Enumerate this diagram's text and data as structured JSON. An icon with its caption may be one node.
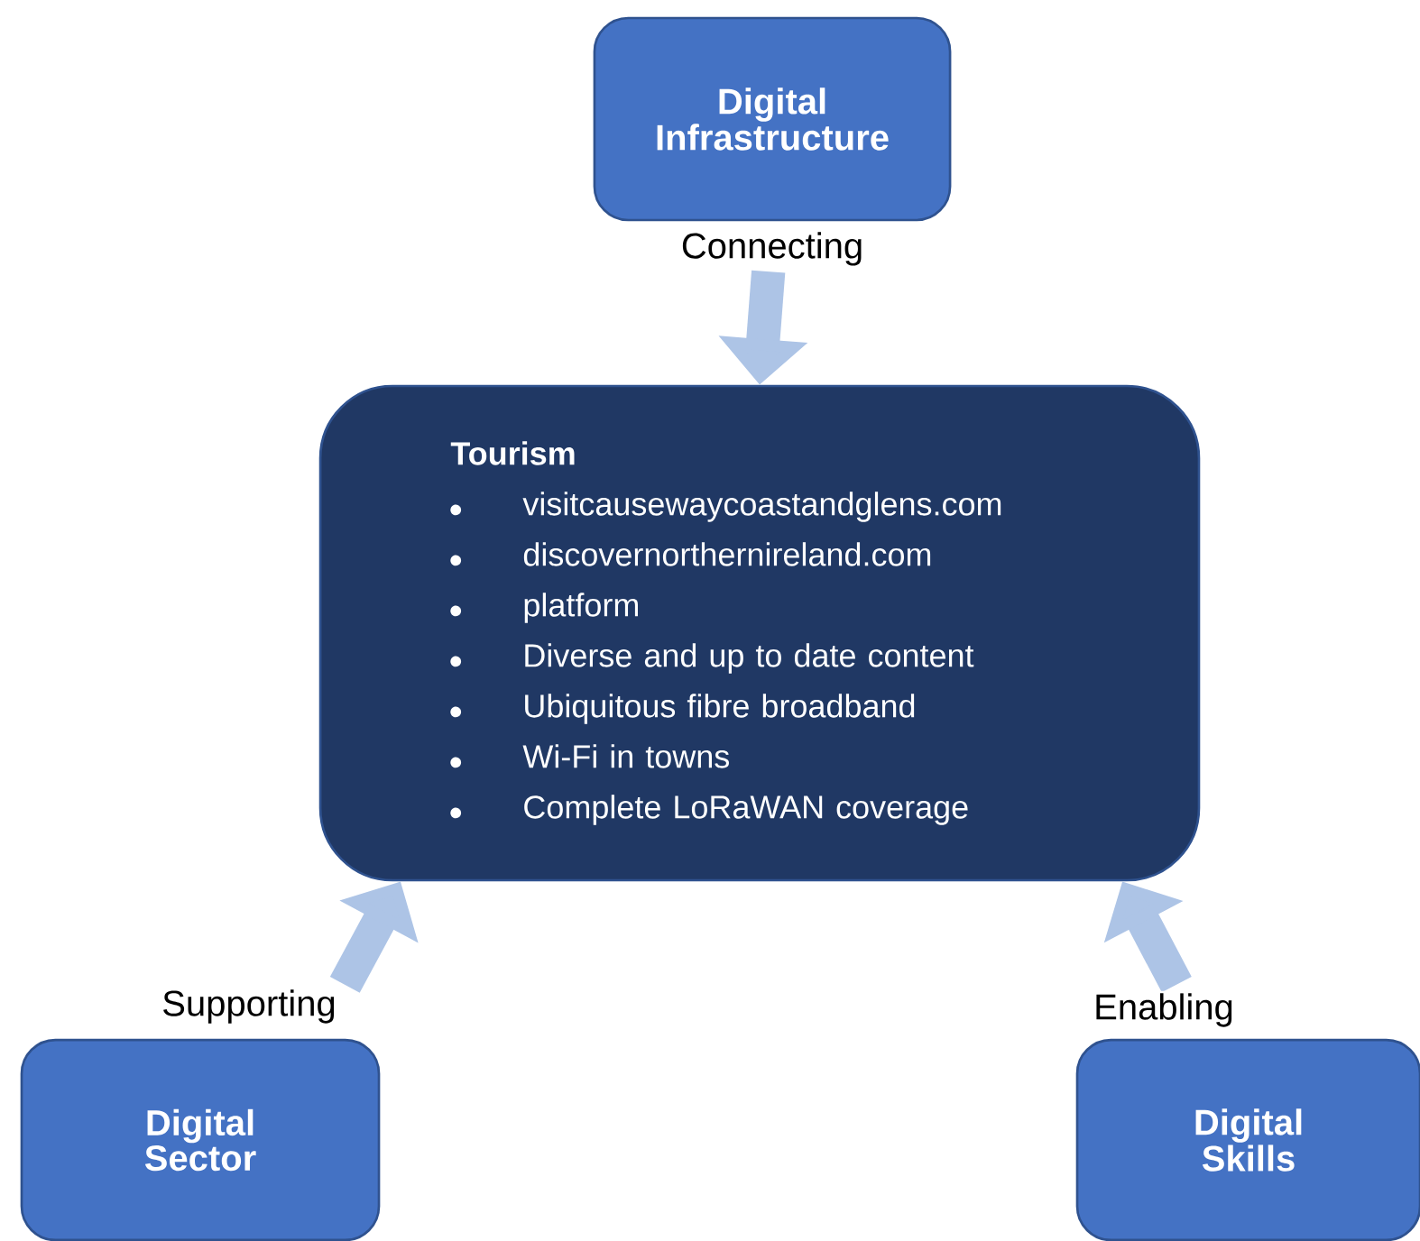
{
  "diagram": {
    "nodes": [
      {
        "text": [
          "Digital Infrastructure"
        ]
      },
      {
        "text": [
          "Tourism",
          "visitcausewaycoastandglens.com",
          "discovernorthernireland.com",
          "platform",
          "Diverse and up to date content",
          "Ubiquitous fibre broadband",
          "Wi-Fi in towns",
          "Complete LoRaWAN coverage"
        ]
      },
      {
        "text": [
          "Digital Sector"
        ]
      },
      {
        "text": [
          "Digital Skills"
        ]
      }
    ],
    "edges": [
      {
        "from": 0,
        "to": 1,
        "arrow": "to",
        "label": "Connecting"
      },
      {
        "from": 2,
        "to": 1,
        "arrow": "to",
        "label": "Supporting"
      },
      {
        "from": 3,
        "to": 1,
        "arrow": "to",
        "label": "Enabling"
      }
    ]
  }
}
